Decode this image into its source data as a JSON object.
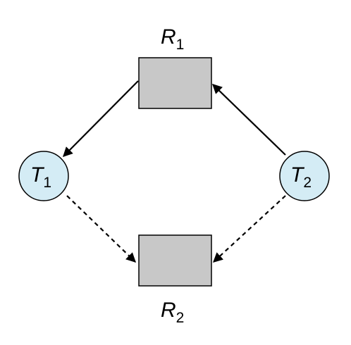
{
  "resources": [
    {
      "id": "R1",
      "letter": "R",
      "subscript": "1"
    },
    {
      "id": "R2",
      "letter": "R",
      "subscript": "2"
    }
  ],
  "processes": [
    {
      "id": "T1",
      "letter": "T",
      "subscript": "1"
    },
    {
      "id": "T2",
      "letter": "T",
      "subscript": "2"
    }
  ],
  "edges": [
    {
      "from": "R1",
      "to": "T1",
      "style": "solid",
      "meaning": "assignment"
    },
    {
      "from": "T2",
      "to": "R1",
      "style": "solid",
      "meaning": "request"
    },
    {
      "from": "T1",
      "to": "R2",
      "style": "dashed",
      "meaning": "claim"
    },
    {
      "from": "T2",
      "to": "R2",
      "style": "dashed",
      "meaning": "claim"
    }
  ],
  "colors": {
    "resource_fill": "#c8c8c8",
    "process_fill": "#d4ecf5",
    "stroke": "#000000"
  }
}
